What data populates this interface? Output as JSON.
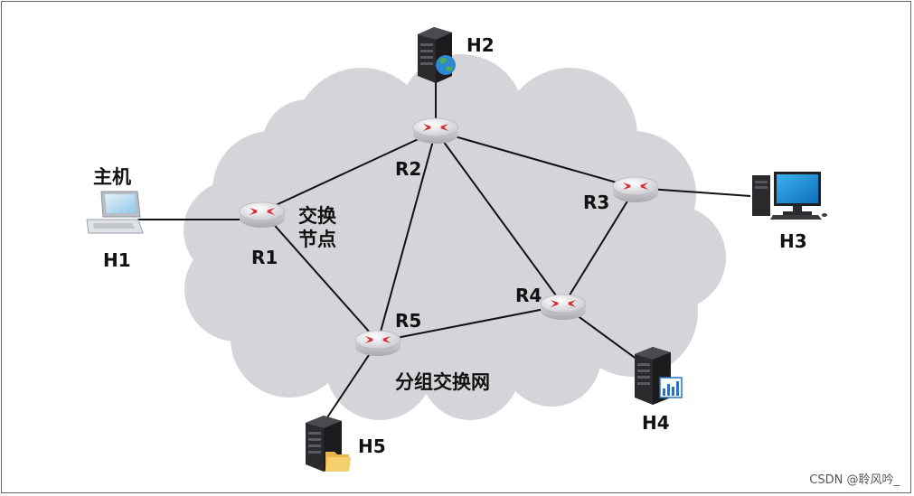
{
  "network": {
    "cloud_label": "分组交换网",
    "switch_node_line1": "交换",
    "switch_node_line2": "节点",
    "routers": [
      "R1",
      "R2",
      "R3",
      "R4",
      "R5"
    ],
    "hosts": [
      "H1",
      "H2",
      "H3",
      "H4",
      "H5"
    ],
    "host_caption": "主机",
    "links": [
      [
        "H1",
        "R1"
      ],
      [
        "R1",
        "R2"
      ],
      [
        "R1",
        "R5"
      ],
      [
        "R2",
        "H2"
      ],
      [
        "R2",
        "R3"
      ],
      [
        "R2",
        "R4"
      ],
      [
        "R2",
        "R5"
      ],
      [
        "R3",
        "H3"
      ],
      [
        "R3",
        "R4"
      ],
      [
        "R4",
        "R5"
      ],
      [
        "R4",
        "H4"
      ],
      [
        "R5",
        "H5"
      ]
    ]
  },
  "watermark": "CSDN @聆风吟_",
  "colors": {
    "cloud": "#d5d5d9",
    "router_body": "#e9e9ec",
    "router_arrow": "#d8282e",
    "server": "#2b2b2e",
    "monitor_screen": "#1a8fd6"
  }
}
